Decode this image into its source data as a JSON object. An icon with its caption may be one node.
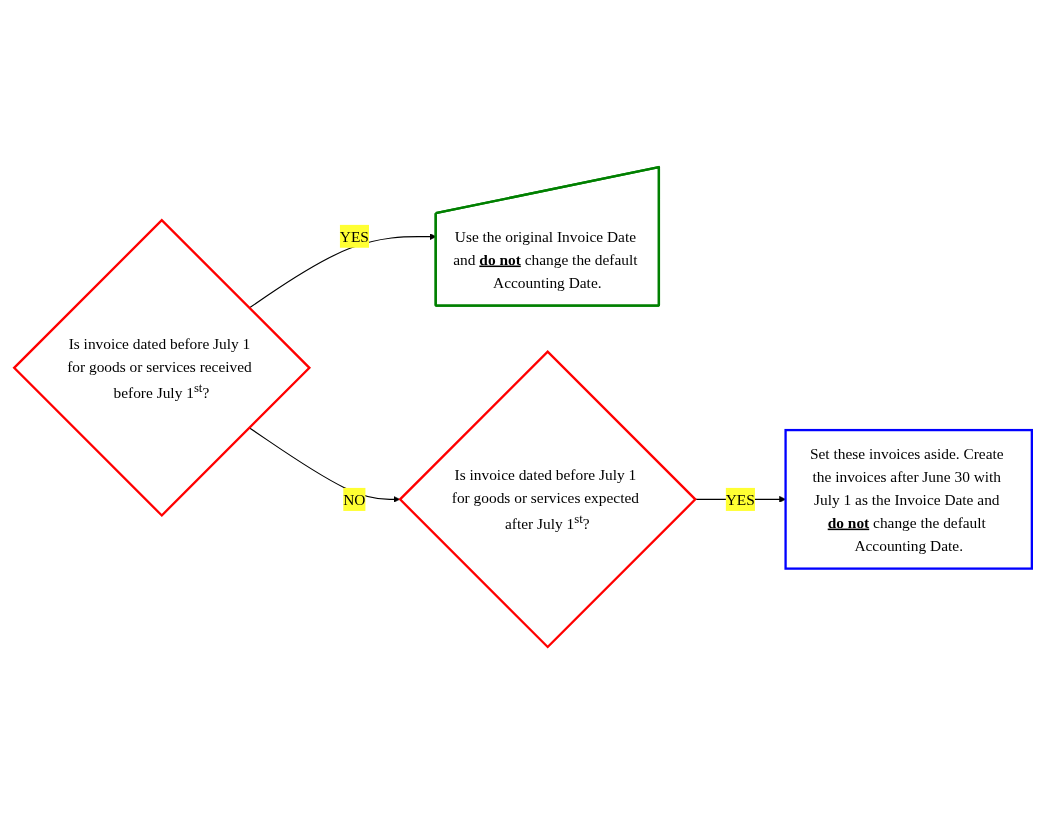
{
  "diagram": {
    "nodes": [
      {
        "text": [
          "Is invoice dated before July 1 for goods or services received before July 1$^{st}$?"
        ]
      },
      {
        "text": [
          "Use the original Invoice Date and **do not** change the default Accounting Date."
        ]
      },
      {
        "text": [
          "Is invoice dated before July 1 for goods or services expected after July 1$^{st}$?"
        ]
      },
      {
        "text": [
          "Set these invoices aside. Create the invoices after June 30 with July 1 as the Invoice Date and **do not** change the default Accounting Date."
        ]
      }
    ],
    "edges": [
      {
        "from": 0,
        "to": 1,
        "arrow": "to",
        "label": "YES"
      },
      {
        "from": 0,
        "to": 2,
        "arrow": "to",
        "label": "NO"
      },
      {
        "from": 2,
        "to": 3,
        "arrow": "to",
        "label": "YES"
      }
    ]
  }
}
